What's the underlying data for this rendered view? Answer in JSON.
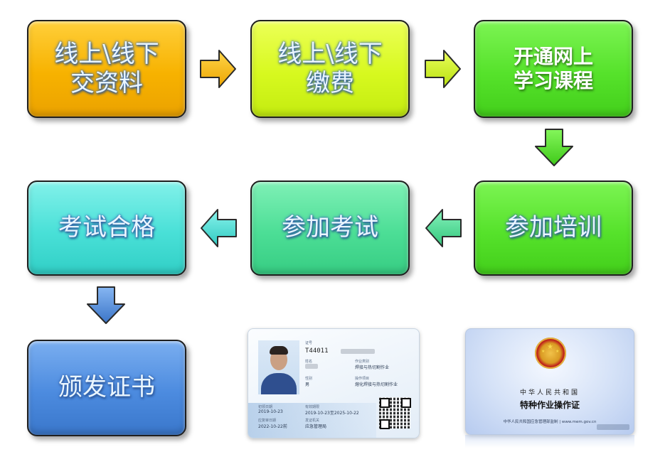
{
  "steps": [
    {
      "id": "submit-materials",
      "lines": [
        "线上\\线下",
        "交资料"
      ]
    },
    {
      "id": "pay-fees",
      "lines": [
        "线上\\线下",
        "缴费"
      ]
    },
    {
      "id": "online-courses",
      "lines": [
        "开通网上",
        "学习课程"
      ]
    },
    {
      "id": "attend-training",
      "lines": [
        "参加培训"
      ]
    },
    {
      "id": "take-exam",
      "lines": [
        "参加考试"
      ]
    },
    {
      "id": "pass-exam",
      "lines": [
        "考试合格"
      ]
    },
    {
      "id": "issue-certificate",
      "lines": [
        "颁发证书"
      ]
    }
  ],
  "colors": {
    "orange": "#f7b200",
    "lime": "#d7f91f",
    "green": "#56e22b",
    "mint": "#4cde96",
    "cyan": "#49e0d7",
    "blue": "#4c8bdf"
  },
  "icons": [
    "arrow-right-icon",
    "arrow-down-icon",
    "arrow-left-icon"
  ],
  "id_card": {
    "label_number": "证号",
    "number": "T44011",
    "label_name": "姓名",
    "label_category": "作业类别",
    "category": "焊接与热切割作业",
    "label_sex": "性别",
    "sex": "男",
    "label_item": "操作项目",
    "item": "熔化焊接与热切割作业",
    "label_first_issue": "初领日期",
    "first_issue": "2019-10-23",
    "label_valid": "有效期限",
    "valid": "2019-10-23至2025-10-22",
    "label_review": "应复审日期",
    "review": "2022-10-22前",
    "label_authority": "发证机关",
    "authority": "应急管理局"
  },
  "certificate": {
    "country": "中华人民共和国",
    "title": "特种作业操作证",
    "footer": "中华人民共和国应急管理部监制 | www.mem.gov.cn"
  }
}
